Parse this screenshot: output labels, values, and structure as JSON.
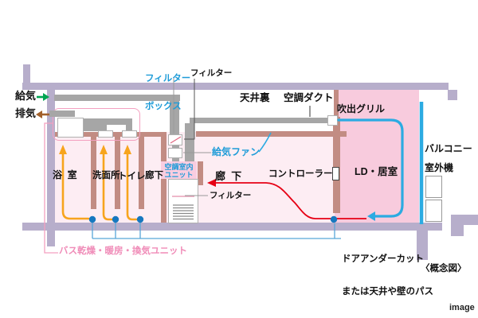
{
  "labels": {
    "supply_air": "給気",
    "exhaust_air": "排気",
    "filter_box_line1": "フィルター",
    "filter_box_line2": "ボックス",
    "filter_top": "フィルター",
    "ceiling_space": "天井裏",
    "ac_duct": "空調ダクト",
    "outlet_grille": "吹出グリル",
    "balcony": "バルコニー",
    "outdoor_unit": "室外機",
    "supply_fan": "給気ファン",
    "indoor_unit_line1": "空調室内",
    "indoor_unit_line2": "ユニット",
    "bathroom": "浴  室",
    "washroom": "洗面所",
    "toilet": "トイレ",
    "hallway_small": "廊下",
    "hallway_main": "廊  下",
    "controller": "コントローラー",
    "living_room": "LD・居室",
    "filter_lower": "フィルター",
    "bath_unit": "バス乾燥・暖房・換気ユニット",
    "door_undercut_line1": "ドアアンダーカット",
    "door_undercut_line2": "または天井や壁のパス",
    "concept_note": "〈概念図〉",
    "image_credit": "image"
  },
  "colors": {
    "structure_lavender": "#b7aecb",
    "interior_wall_mauve": "#c28c83",
    "room_light_pink": "#fdedf3",
    "living_room_pink": "#f8cbdd",
    "duct_gray": "#a6a6a6",
    "airflow_orange": "#f7a41d",
    "airflow_cyan": "#2cabe2",
    "return_air_red": "#e60014",
    "undercut_dot_blue": "#1778bf",
    "connector_line_blue": "#58a6d8",
    "supply_arrow_green": "#00a551",
    "exhaust_arrow_brown": "#a2602b",
    "label_text_blue": "#1f9cd8",
    "label_text_pink": "#f08cb8"
  }
}
